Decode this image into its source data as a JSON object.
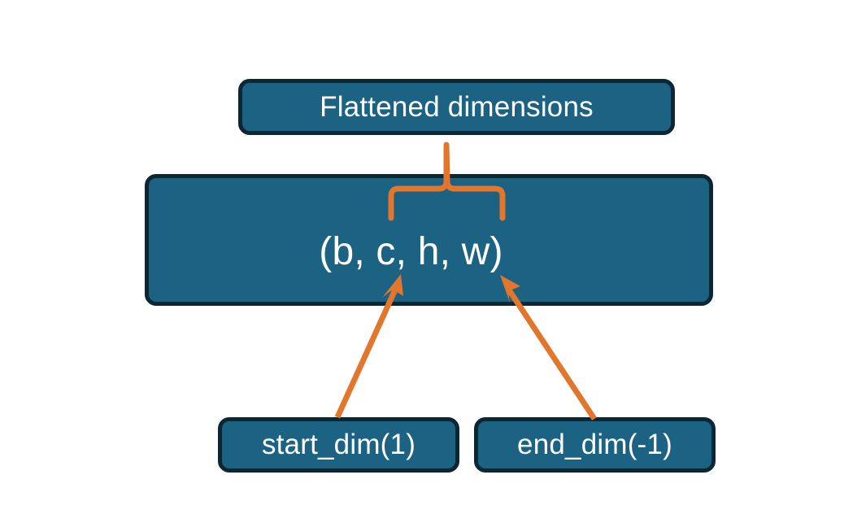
{
  "diagram": {
    "title_node": {
      "label": "Flattened dimensions",
      "name": "flattened-dimensions-box"
    },
    "shape_node": {
      "label": "(b, c, h, w)",
      "dims": [
        "b",
        "c",
        "h",
        "w"
      ],
      "name": "tensor-shape-box"
    },
    "param_nodes": [
      {
        "label": "start_dim(1)",
        "name": "start-dim-box",
        "value": 1
      },
      {
        "label": "end_dim(-1)",
        "name": "end-dim-box",
        "value": -1
      }
    ],
    "connectors": {
      "brace": {
        "name": "flattened-range-brace",
        "spans_dims": [
          "c",
          "h",
          "w"
        ],
        "points_to": "Flattened dimensions"
      },
      "arrows": [
        {
          "name": "start-dim-arrow",
          "from": "start_dim(1)",
          "to": "c"
        },
        {
          "name": "end-dim-arrow",
          "from": "end_dim(-1)",
          "to": "w"
        }
      ]
    },
    "colors": {
      "box_fill": "#1b6283",
      "box_border": "#0c2734",
      "accent_orange": "#e2762c",
      "text": "#ffffff",
      "background": "#ffffff"
    }
  }
}
